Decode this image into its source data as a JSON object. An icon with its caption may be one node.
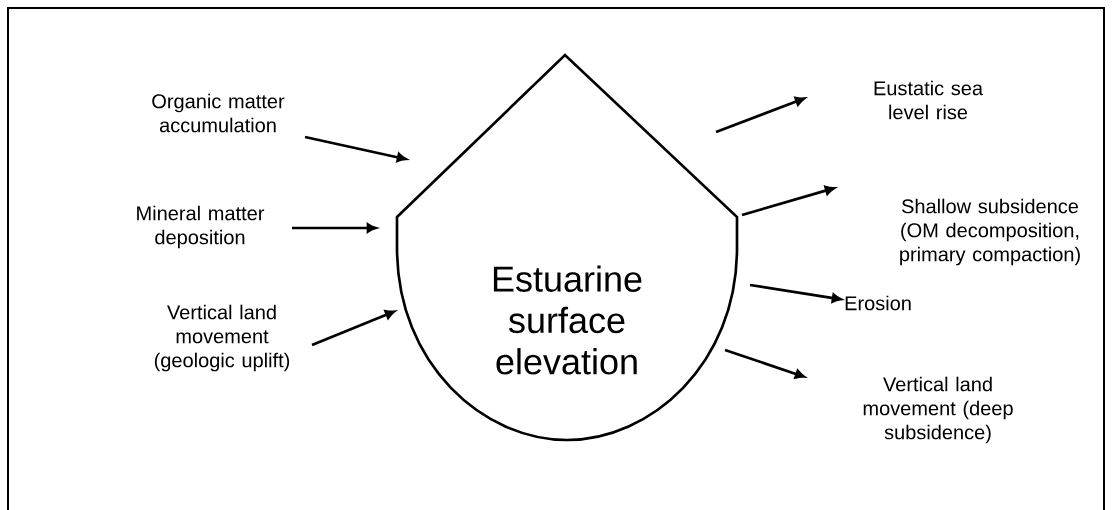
{
  "diagram": {
    "nodes": [
      {
        "text": [
          "Estuarine surface elevation"
        ]
      },
      {
        "text": [
          "Organic matter accumulation"
        ]
      },
      {
        "text": [
          "Mineral matter deposition"
        ]
      },
      {
        "text": [
          "Vertical land movement (geologic uplift)"
        ]
      },
      {
        "text": [
          "Eustatic sea level rise"
        ]
      },
      {
        "text": [
          "Shallow subsidence (OM decomposition, primary compaction)"
        ]
      },
      {
        "text": [
          "Erosion"
        ]
      },
      {
        "text": [
          "Vertical land movement (deep subsidence)"
        ]
      }
    ],
    "edges": [
      {
        "from": 1,
        "to": 0,
        "arrow": "to"
      },
      {
        "from": 2,
        "to": 0,
        "arrow": "to"
      },
      {
        "from": 3,
        "to": 0,
        "arrow": "to"
      },
      {
        "from": 0,
        "to": 4,
        "arrow": "to"
      },
      {
        "from": 0,
        "to": 5,
        "arrow": "to"
      },
      {
        "from": 0,
        "to": 6,
        "arrow": "to"
      },
      {
        "from": 0,
        "to": 7,
        "arrow": "to"
      }
    ]
  }
}
